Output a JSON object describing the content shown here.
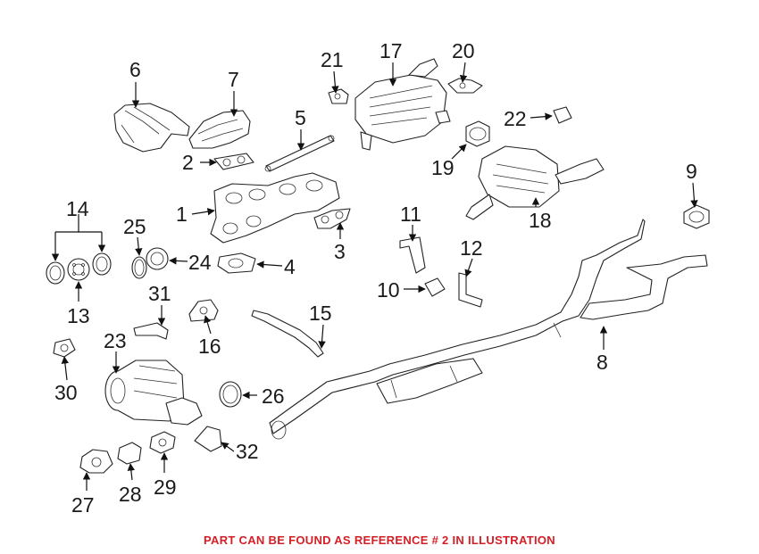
{
  "caption": {
    "text": "PART CAN BE FOUND AS REFERENCE # 2 IN ILLUSTRATION",
    "color": "#d32027"
  },
  "colors": {
    "line": "#222222",
    "background": "#ffffff"
  },
  "callouts": {
    "c1": "1",
    "c2": "2",
    "c3": "3",
    "c4": "4",
    "c5": "5",
    "c6": "6",
    "c7": "7",
    "c8": "8",
    "c9": "9",
    "c10": "10",
    "c11": "11",
    "c12": "12",
    "c13": "13",
    "c14": "14",
    "c15": "15",
    "c16": "16",
    "c17": "17",
    "c18": "18",
    "c19": "19",
    "c20": "20",
    "c21": "21",
    "c22": "22",
    "c23": "23",
    "c24": "24",
    "c25": "25",
    "c26": "26",
    "c27": "27",
    "c28": "28",
    "c29": "29",
    "c30": "30",
    "c31": "31",
    "c32": "32"
  }
}
